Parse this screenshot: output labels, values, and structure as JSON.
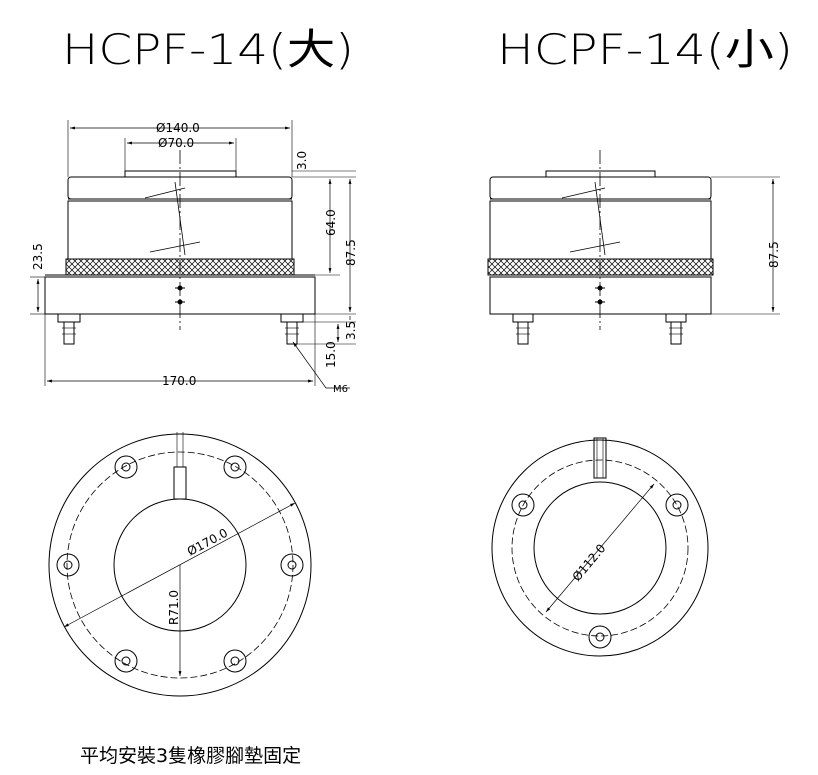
{
  "titles": {
    "large": "HCPF-14(大)",
    "small": "HCPF-14(小)"
  },
  "large_side": {
    "dia_140": "Ø140.0",
    "dia_70": "Ø70.0",
    "h_3": "3.0",
    "h_64": "64.0",
    "h_87": "87.5",
    "h_23": "23.5",
    "h_3b": "3.5",
    "h_15": "15.0",
    "w_170": "170.0",
    "bolt": "M6"
  },
  "small_side": {
    "h_87": "87.5"
  },
  "large_plan": {
    "dia": "Ø170.0",
    "radius": "R71.0"
  },
  "small_plan": {
    "dia": "Ø112.0"
  },
  "footer": {
    "note": "平均安裝3隻橡膠腳墊固定"
  }
}
